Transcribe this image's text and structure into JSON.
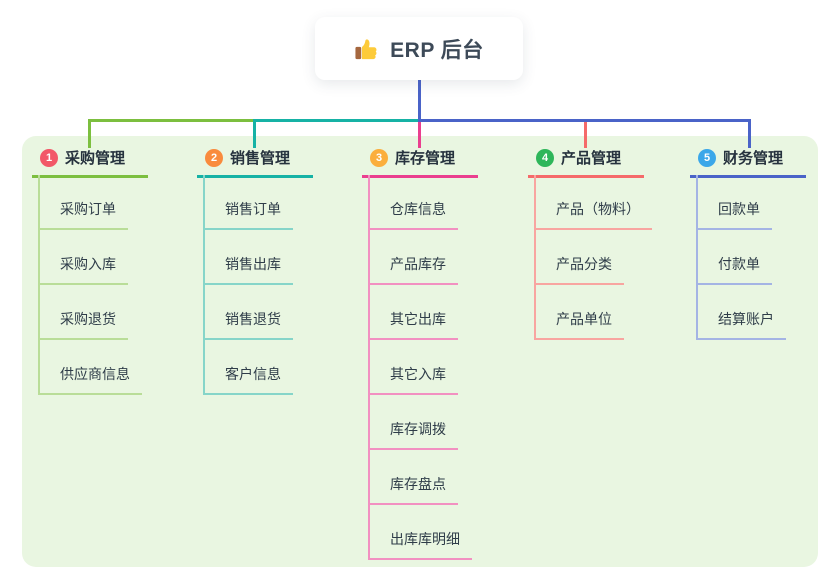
{
  "root": {
    "title": "ERP 后台",
    "icon": "thumbs-up-icon",
    "connector_color": "#4a63c8"
  },
  "panel_color": "#e9f6e1",
  "branches": [
    {
      "num": "1",
      "label": "采购管理",
      "badge_color": "#f25868",
      "color": "#7cbf3f",
      "child_color": "#b9dd98",
      "children": [
        "采购订单",
        "采购入库",
        "采购退货",
        "供应商信息"
      ]
    },
    {
      "num": "2",
      "label": "销售管理",
      "badge_color": "#f98b3d",
      "color": "#16b2a5",
      "child_color": "#86d5c9",
      "children": [
        "销售订单",
        "销售出库",
        "销售退货",
        "客户信息"
      ]
    },
    {
      "num": "3",
      "label": "库存管理",
      "badge_color": "#fbae3d",
      "color": "#ea3f8f",
      "child_color": "#f290c1",
      "children": [
        "仓库信息",
        "产品库存",
        "其它出库",
        "其它入库",
        "库存调拨",
        "库存盘点",
        "出库库明细"
      ]
    },
    {
      "num": "4",
      "label": "产品管理",
      "badge_color": "#2eb65a",
      "color": "#f56a6a",
      "child_color": "#f8a5a0",
      "children": [
        "产品（物料）",
        "产品分类",
        "产品单位"
      ]
    },
    {
      "num": "5",
      "label": "财务管理",
      "badge_color": "#3ba7e9",
      "color": "#4a63c8",
      "child_color": "#a4b4e4",
      "children": [
        "回款单",
        "付款单",
        "结算账户"
      ]
    }
  ]
}
